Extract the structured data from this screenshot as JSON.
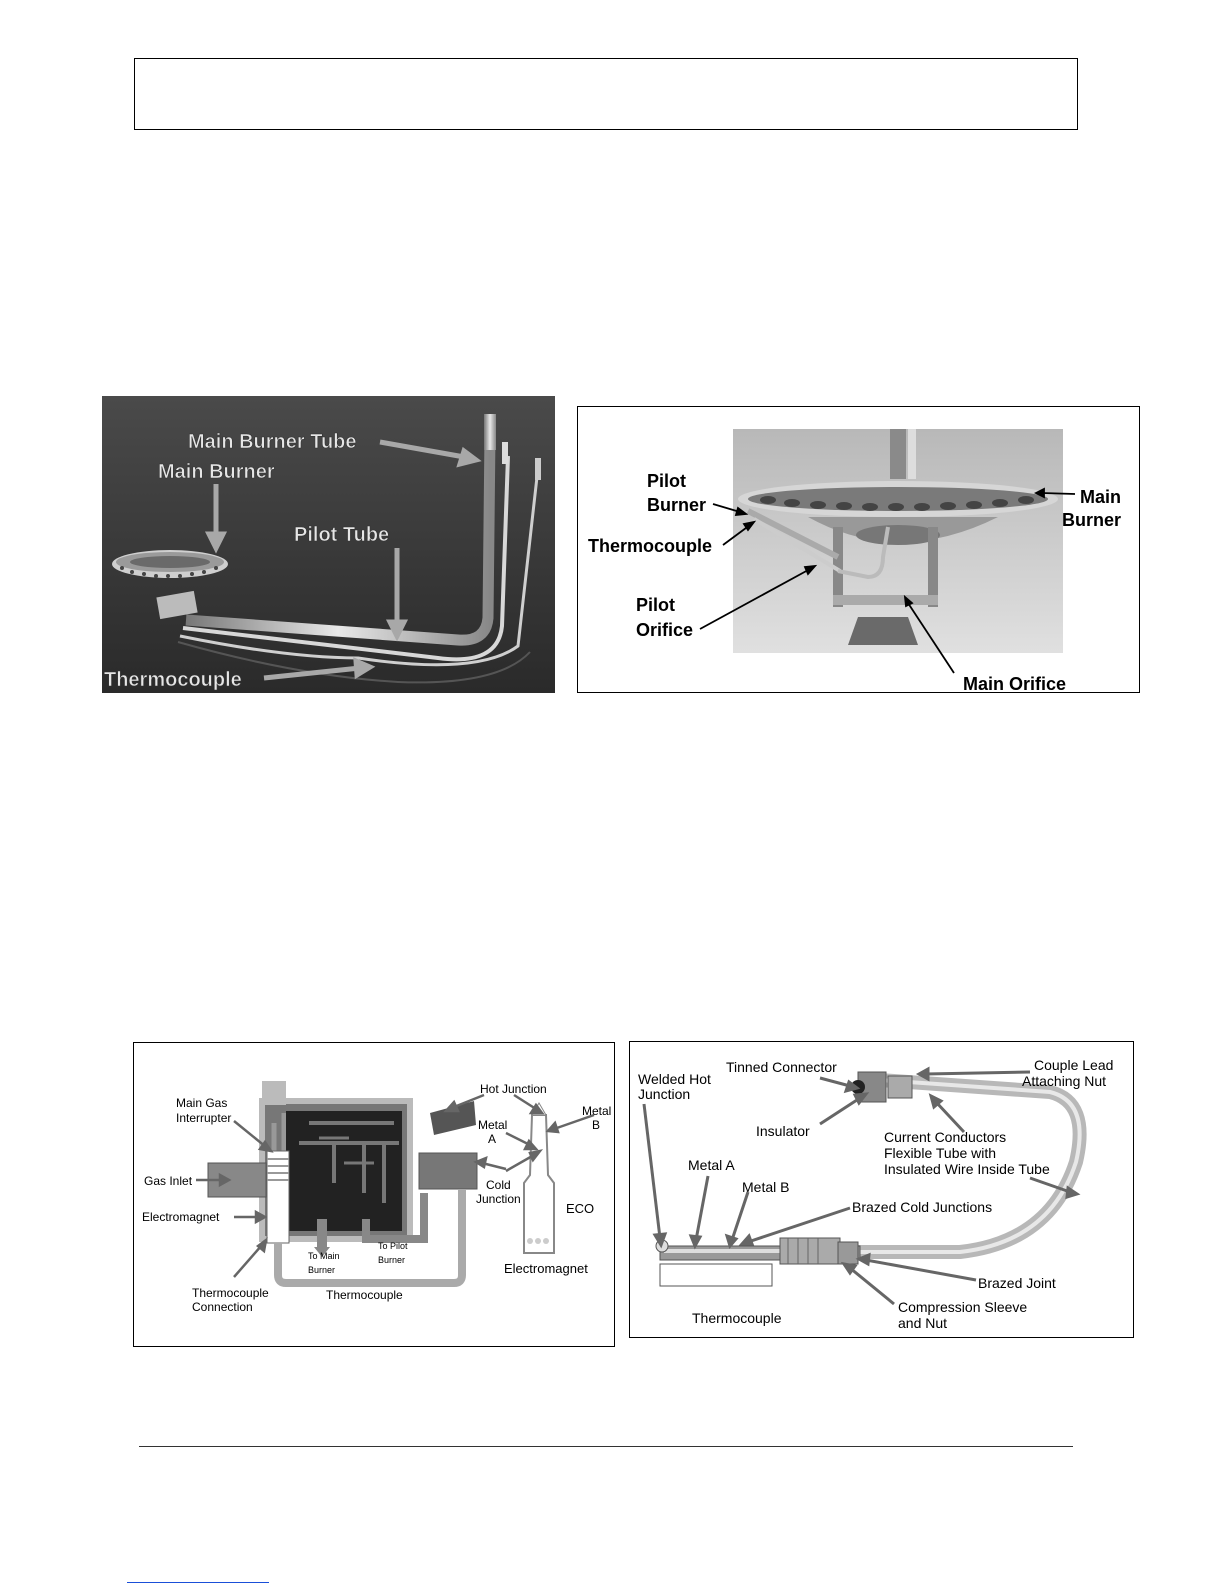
{
  "figures": {
    "fig1": {
      "labels": {
        "main_burner_tube": "Main Burner Tube",
        "main_burner": "Main Burner",
        "pilot_tube": "Pilot Tube",
        "thermocouple": "Thermocouple"
      }
    },
    "fig2": {
      "labels": {
        "pilot_burner_line1": "Pilot",
        "pilot_burner_line2": "Burner",
        "thermocouple": "Thermocouple",
        "pilot_orifice_line1": "Pilot",
        "pilot_orifice_line2": "Orifice",
        "main_burner_line1": "Main",
        "main_burner_line2": "Burner",
        "main_orifice": "Main Orifice"
      }
    },
    "fig3": {
      "labels": {
        "main_gas_interrupter_line1": "Main Gas",
        "main_gas_interrupter_line2": "Interrupter",
        "gas_inlet": "Gas Inlet",
        "electromagnet_left": "Electromagnet",
        "thermocouple_connection_line1": "Thermocouple",
        "thermocouple_connection_line2": "Connection",
        "to_main_burner_line1": "To Main",
        "to_main_burner_line2": "Burner",
        "to_pilot_burner_line1": "To Pilot",
        "to_pilot_burner_line2": "Burner",
        "thermocouple": "Thermocouple",
        "hot_junction": "Hot Junction",
        "metal_a_line1": "Metal",
        "metal_a_line2": "A",
        "metal_b_line1": "Metal",
        "metal_b_line2": "B",
        "cold_junction_line1": "Cold",
        "cold_junction_line2": "Junction",
        "eco": "ECO",
        "electromagnet_right": "Electromagnet"
      }
    },
    "fig4": {
      "labels": {
        "welded_hot_junction_line1": "Welded Hot",
        "welded_hot_junction_line2": "Junction",
        "tinned_connector": "Tinned Connector",
        "couple_lead_line1": "Couple Lead",
        "couple_lead_line2": "Attaching Nut",
        "insulator": "Insulator",
        "current_conductors_line1": "Current Conductors",
        "current_conductors_line2": "Flexible Tube with",
        "current_conductors_line3": "Insulated Wire Inside Tube",
        "metal_a": "Metal A",
        "metal_b": "Metal B",
        "brazed_cold_junctions": "Brazed Cold Junctions",
        "brazed_joint": "Brazed Joint",
        "compression_line1": "Compression Sleeve",
        "compression_line2": "and Nut",
        "thermocouple": "Thermocouple"
      }
    }
  }
}
